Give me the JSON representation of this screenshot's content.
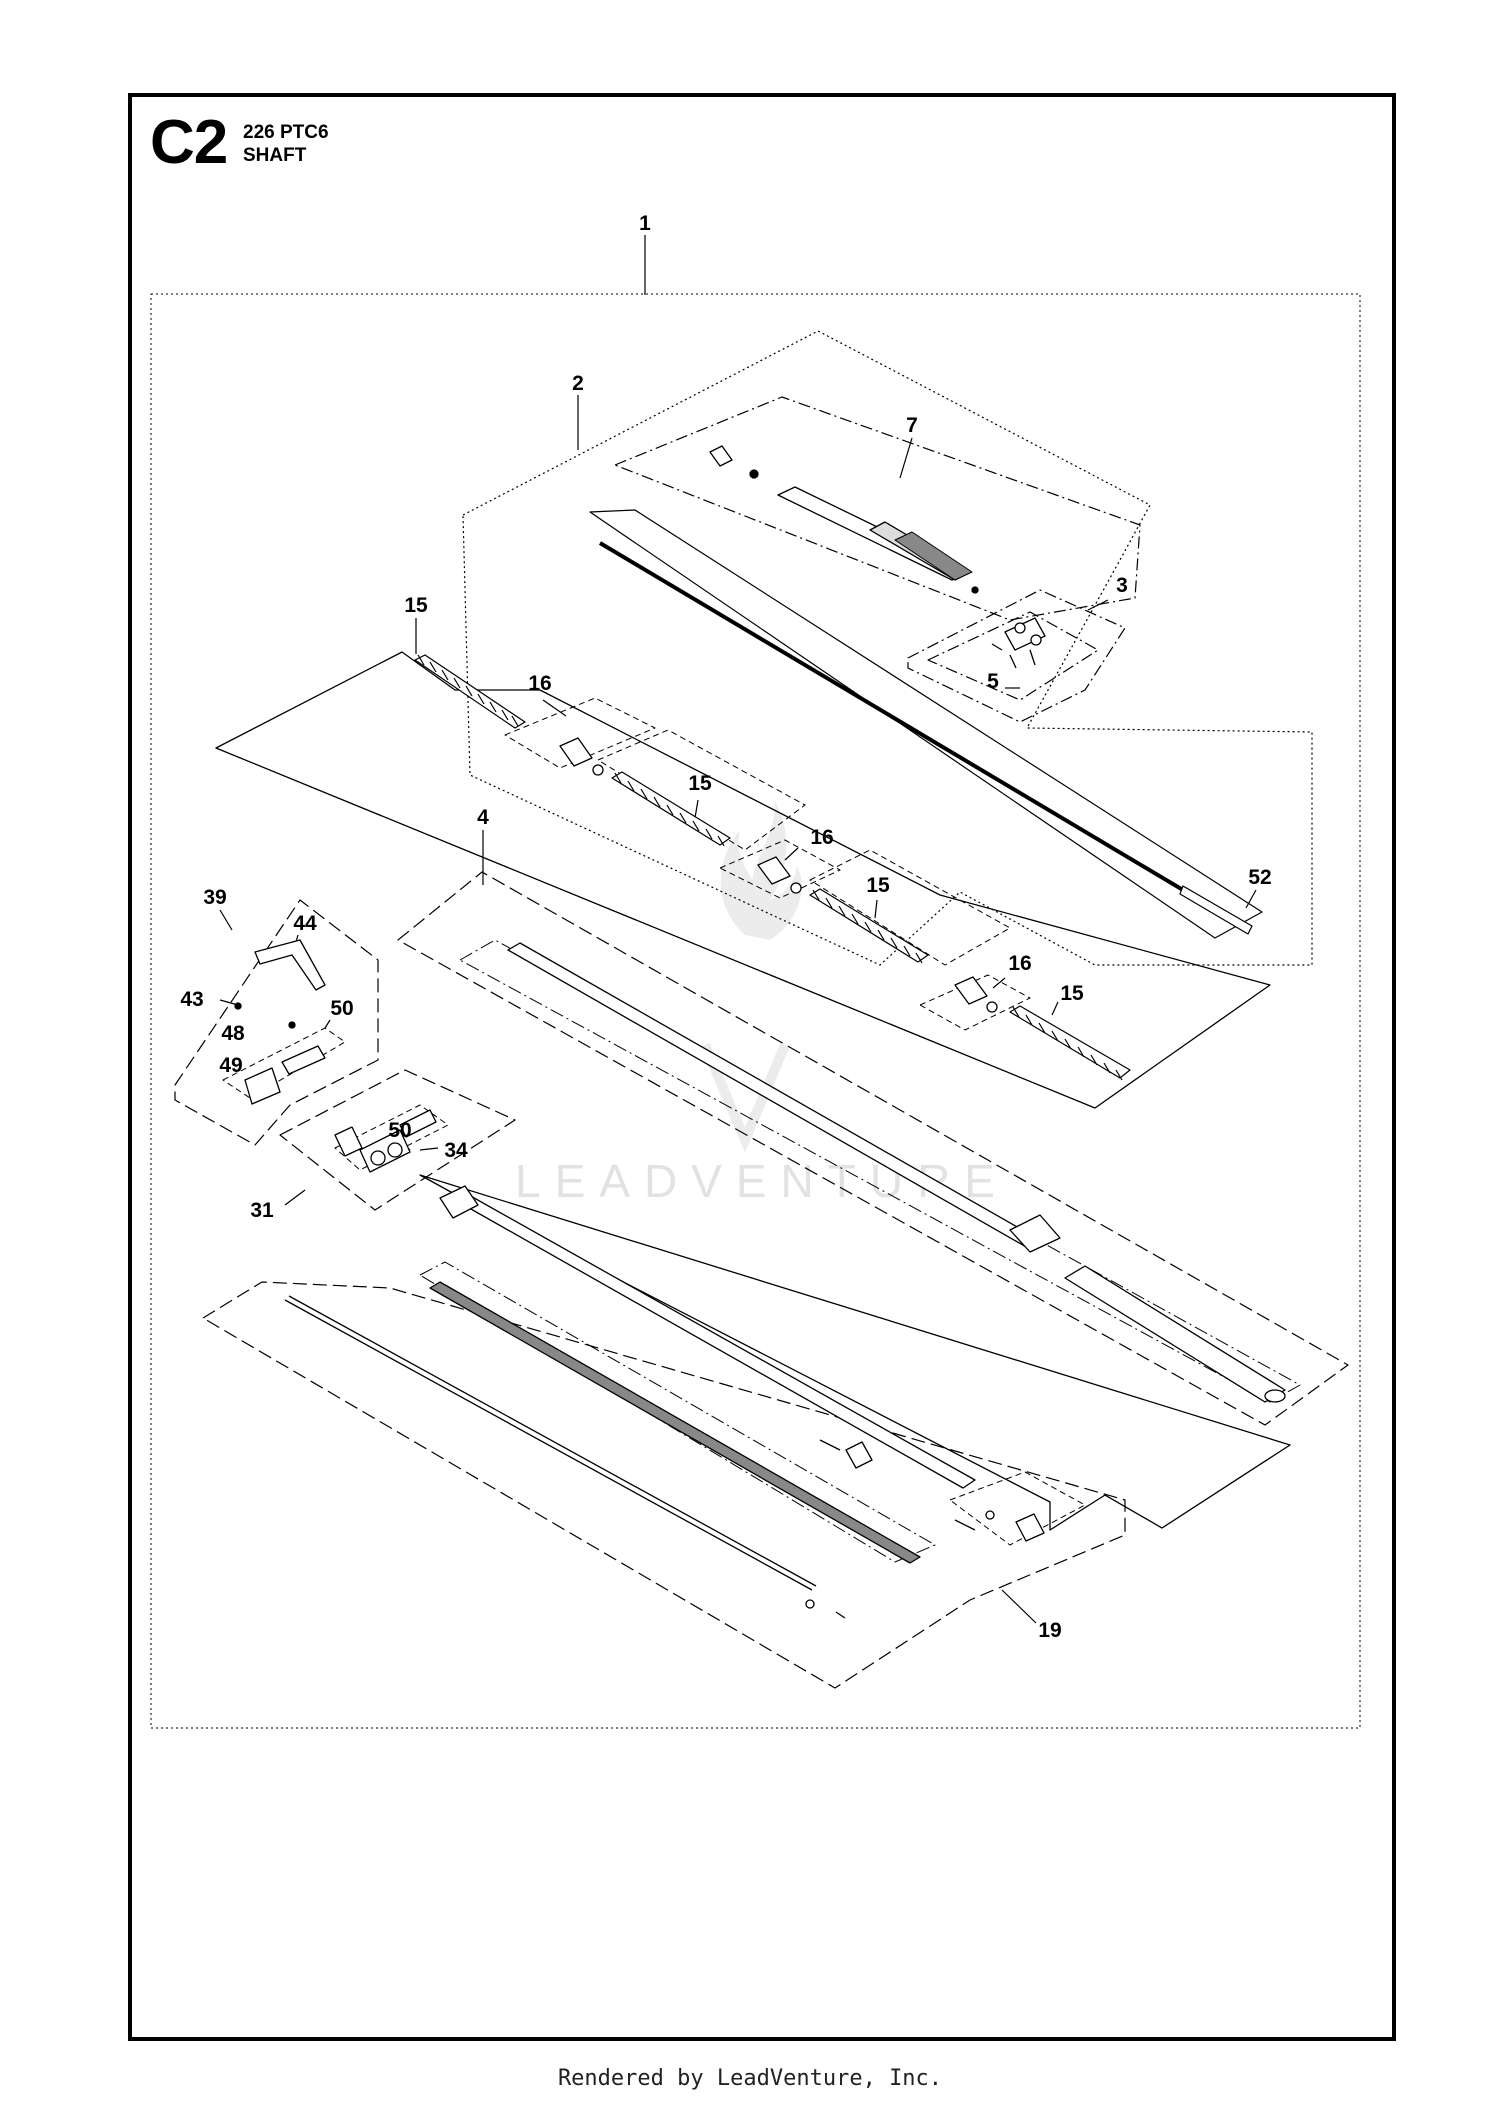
{
  "header": {
    "section_code": "C2",
    "model": "226 PTC6",
    "assembly": "SHAFT"
  },
  "footer": {
    "text": "Rendered by LeadVenture, Inc."
  },
  "watermark": {
    "text": "LEADVENTURE"
  },
  "callouts": [
    "1",
    "2",
    "7",
    "3",
    "5",
    "15",
    "16",
    "15",
    "16",
    "15",
    "16",
    "15",
    "4",
    "52",
    "39",
    "44",
    "43",
    "50",
    "48",
    "49",
    "50",
    "34",
    "31",
    "19"
  ],
  "colors": {
    "ink": "#000000",
    "watermark": "#e2e2e2"
  }
}
